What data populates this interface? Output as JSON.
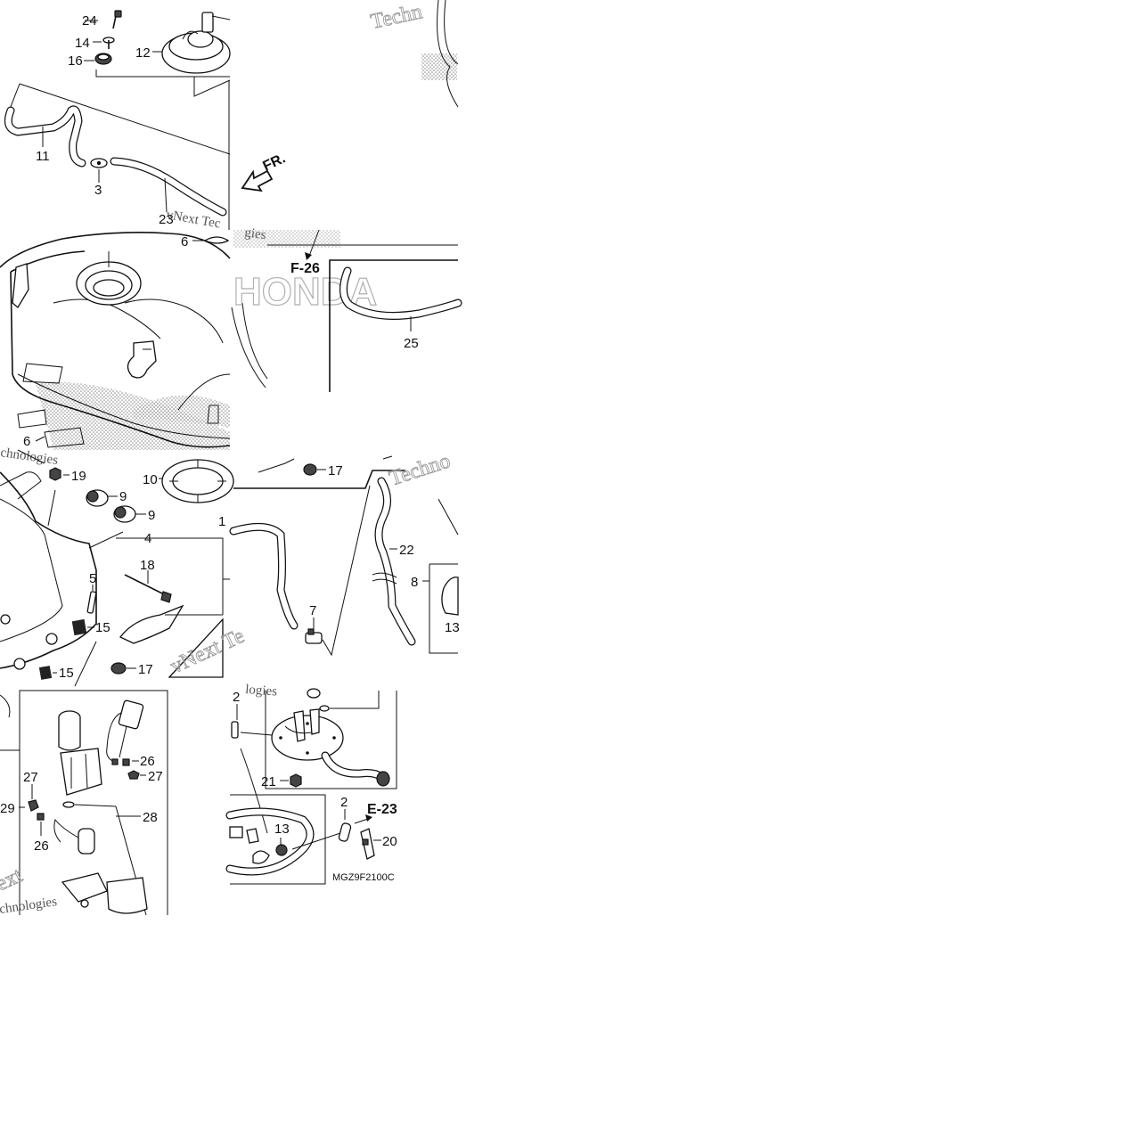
{
  "diagram": {
    "callouts": [
      {
        "id": "c24a",
        "text": "24"
      },
      {
        "id": "c14",
        "text": "14"
      },
      {
        "id": "c16",
        "text": "16"
      },
      {
        "id": "c12",
        "text": "12"
      },
      {
        "id": "c11",
        "text": "11"
      },
      {
        "id": "c3",
        "text": "3"
      },
      {
        "id": "c23",
        "text": "23"
      },
      {
        "id": "c6a",
        "text": "6"
      },
      {
        "id": "c6b",
        "text": "6"
      },
      {
        "id": "c25",
        "text": "25"
      },
      {
        "id": "c19",
        "text": "19"
      },
      {
        "id": "c10",
        "text": "10"
      },
      {
        "id": "c9a",
        "text": "9"
      },
      {
        "id": "c9b",
        "text": "9"
      },
      {
        "id": "c4",
        "text": "4"
      },
      {
        "id": "c18",
        "text": "18"
      },
      {
        "id": "c5",
        "text": "5"
      },
      {
        "id": "c15a",
        "text": "15"
      },
      {
        "id": "c15b",
        "text": "15"
      },
      {
        "id": "c17a",
        "text": "17"
      },
      {
        "id": "c17b",
        "text": "17"
      },
      {
        "id": "c22",
        "text": "22"
      },
      {
        "id": "c8",
        "text": "8"
      },
      {
        "id": "c13a",
        "text": "13"
      },
      {
        "id": "c7",
        "text": "7"
      },
      {
        "id": "c2a",
        "text": "2"
      },
      {
        "id": "c26a",
        "text": "26"
      },
      {
        "id": "c27a",
        "text": "27"
      },
      {
        "id": "c27b",
        "text": "27"
      },
      {
        "id": "c28",
        "text": "28"
      },
      {
        "id": "c29",
        "text": "29"
      },
      {
        "id": "c26b",
        "text": "26"
      },
      {
        "id": "c21",
        "text": "21"
      },
      {
        "id": "c2b",
        "text": "2"
      },
      {
        "id": "c13b",
        "text": "13"
      },
      {
        "id": "c20",
        "text": "20"
      },
      {
        "id": "c1",
        "text": "1"
      }
    ],
    "refs": {
      "f26": "F-26",
      "e23": "E-23",
      "front": "FR."
    },
    "diagram_code": "MGZ9F2100C",
    "brand_mark": "HONDA",
    "watermarks": {
      "w1": "Techn",
      "w2": "vNext Tec",
      "w3": "Technologies",
      "w4": "Techno",
      "w5": "vNext Te",
      "w6": "ext",
      "w7": "chnologies",
      "w8": "gies",
      "w9": "logies"
    }
  }
}
